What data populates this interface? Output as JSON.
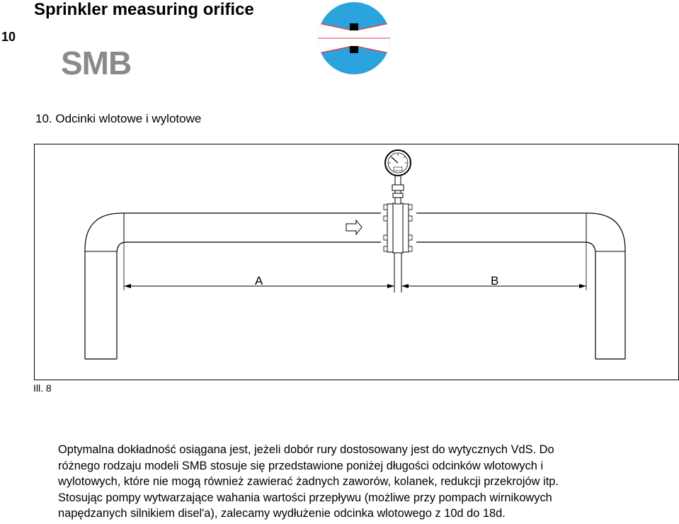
{
  "header": {
    "page_number": "10",
    "title": "Sprinkler measuring orifice",
    "model": "SMB",
    "logo_icon": "orifice-logo-icon",
    "logo_colors": {
      "blue": "#2ba3dc",
      "black": "#000000",
      "red": "#e0404a"
    }
  },
  "section": {
    "heading": "10.  Odcinki wlotowe i wylotowe"
  },
  "figure": {
    "label_a": "A",
    "label_b": "B",
    "caption": "Ill. 8",
    "flow_arrow_icon": "flow-direction-arrow-icon",
    "gauge_icon": "pressure-gauge-icon"
  },
  "paragraph": {
    "line1": "Optymalna dokładność osiągana jest, jeżeli dobór rury dostosowany jest do wytycznych VdS. Do",
    "line2": "różnego rodzaju modeli SMB  stosuje się przedstawione poniżej długości odcinków wlotowych i",
    "line3": "wylotowych, które nie mogą również zawierać żadnych zaworów, kolanek, redukcji przekrojów itp.",
    "line4": "Stosując pompy wytwarzające wahania wartości przepływu (możliwe przy pompach wirnikowych",
    "line5": "napędzanych silnikiem disel'a), zalecamy wydłużenie odcinka wlotowego z 10d do 18d."
  }
}
